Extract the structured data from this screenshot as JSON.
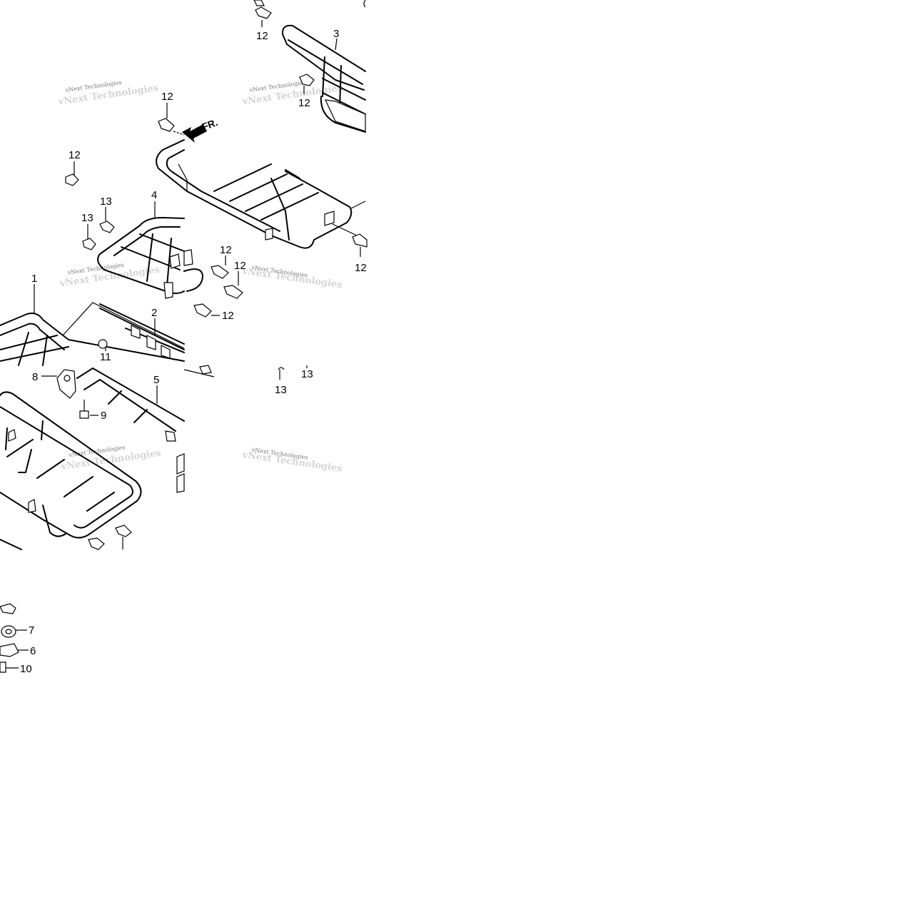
{
  "diagram": {
    "part_labels": [
      {
        "id": "c12a",
        "text": "12"
      },
      {
        "id": "c3",
        "text": "3"
      },
      {
        "id": "c12b",
        "text": "12"
      },
      {
        "id": "c12c",
        "text": "12"
      },
      {
        "id": "c12d",
        "text": "12"
      },
      {
        "id": "c13a",
        "text": "13"
      },
      {
        "id": "c4",
        "text": "4"
      },
      {
        "id": "c13b",
        "text": "13"
      },
      {
        "id": "c12e",
        "text": "12"
      },
      {
        "id": "c12f",
        "text": "12"
      },
      {
        "id": "c12g",
        "text": "12"
      },
      {
        "id": "c12h",
        "text": "12"
      },
      {
        "id": "c1",
        "text": "1"
      },
      {
        "id": "c2",
        "text": "2"
      },
      {
        "id": "c11",
        "text": "11"
      },
      {
        "id": "c8",
        "text": "8"
      },
      {
        "id": "c5",
        "text": "5"
      },
      {
        "id": "c9",
        "text": "9"
      },
      {
        "id": "c13c",
        "text": "13"
      },
      {
        "id": "c13d",
        "text": "13"
      },
      {
        "id": "c7",
        "text": "7"
      },
      {
        "id": "c6",
        "text": "6"
      },
      {
        "id": "c10",
        "text": "10"
      }
    ],
    "front_arrow_label": "FR.",
    "watermark_text": "vNext Technologies"
  }
}
